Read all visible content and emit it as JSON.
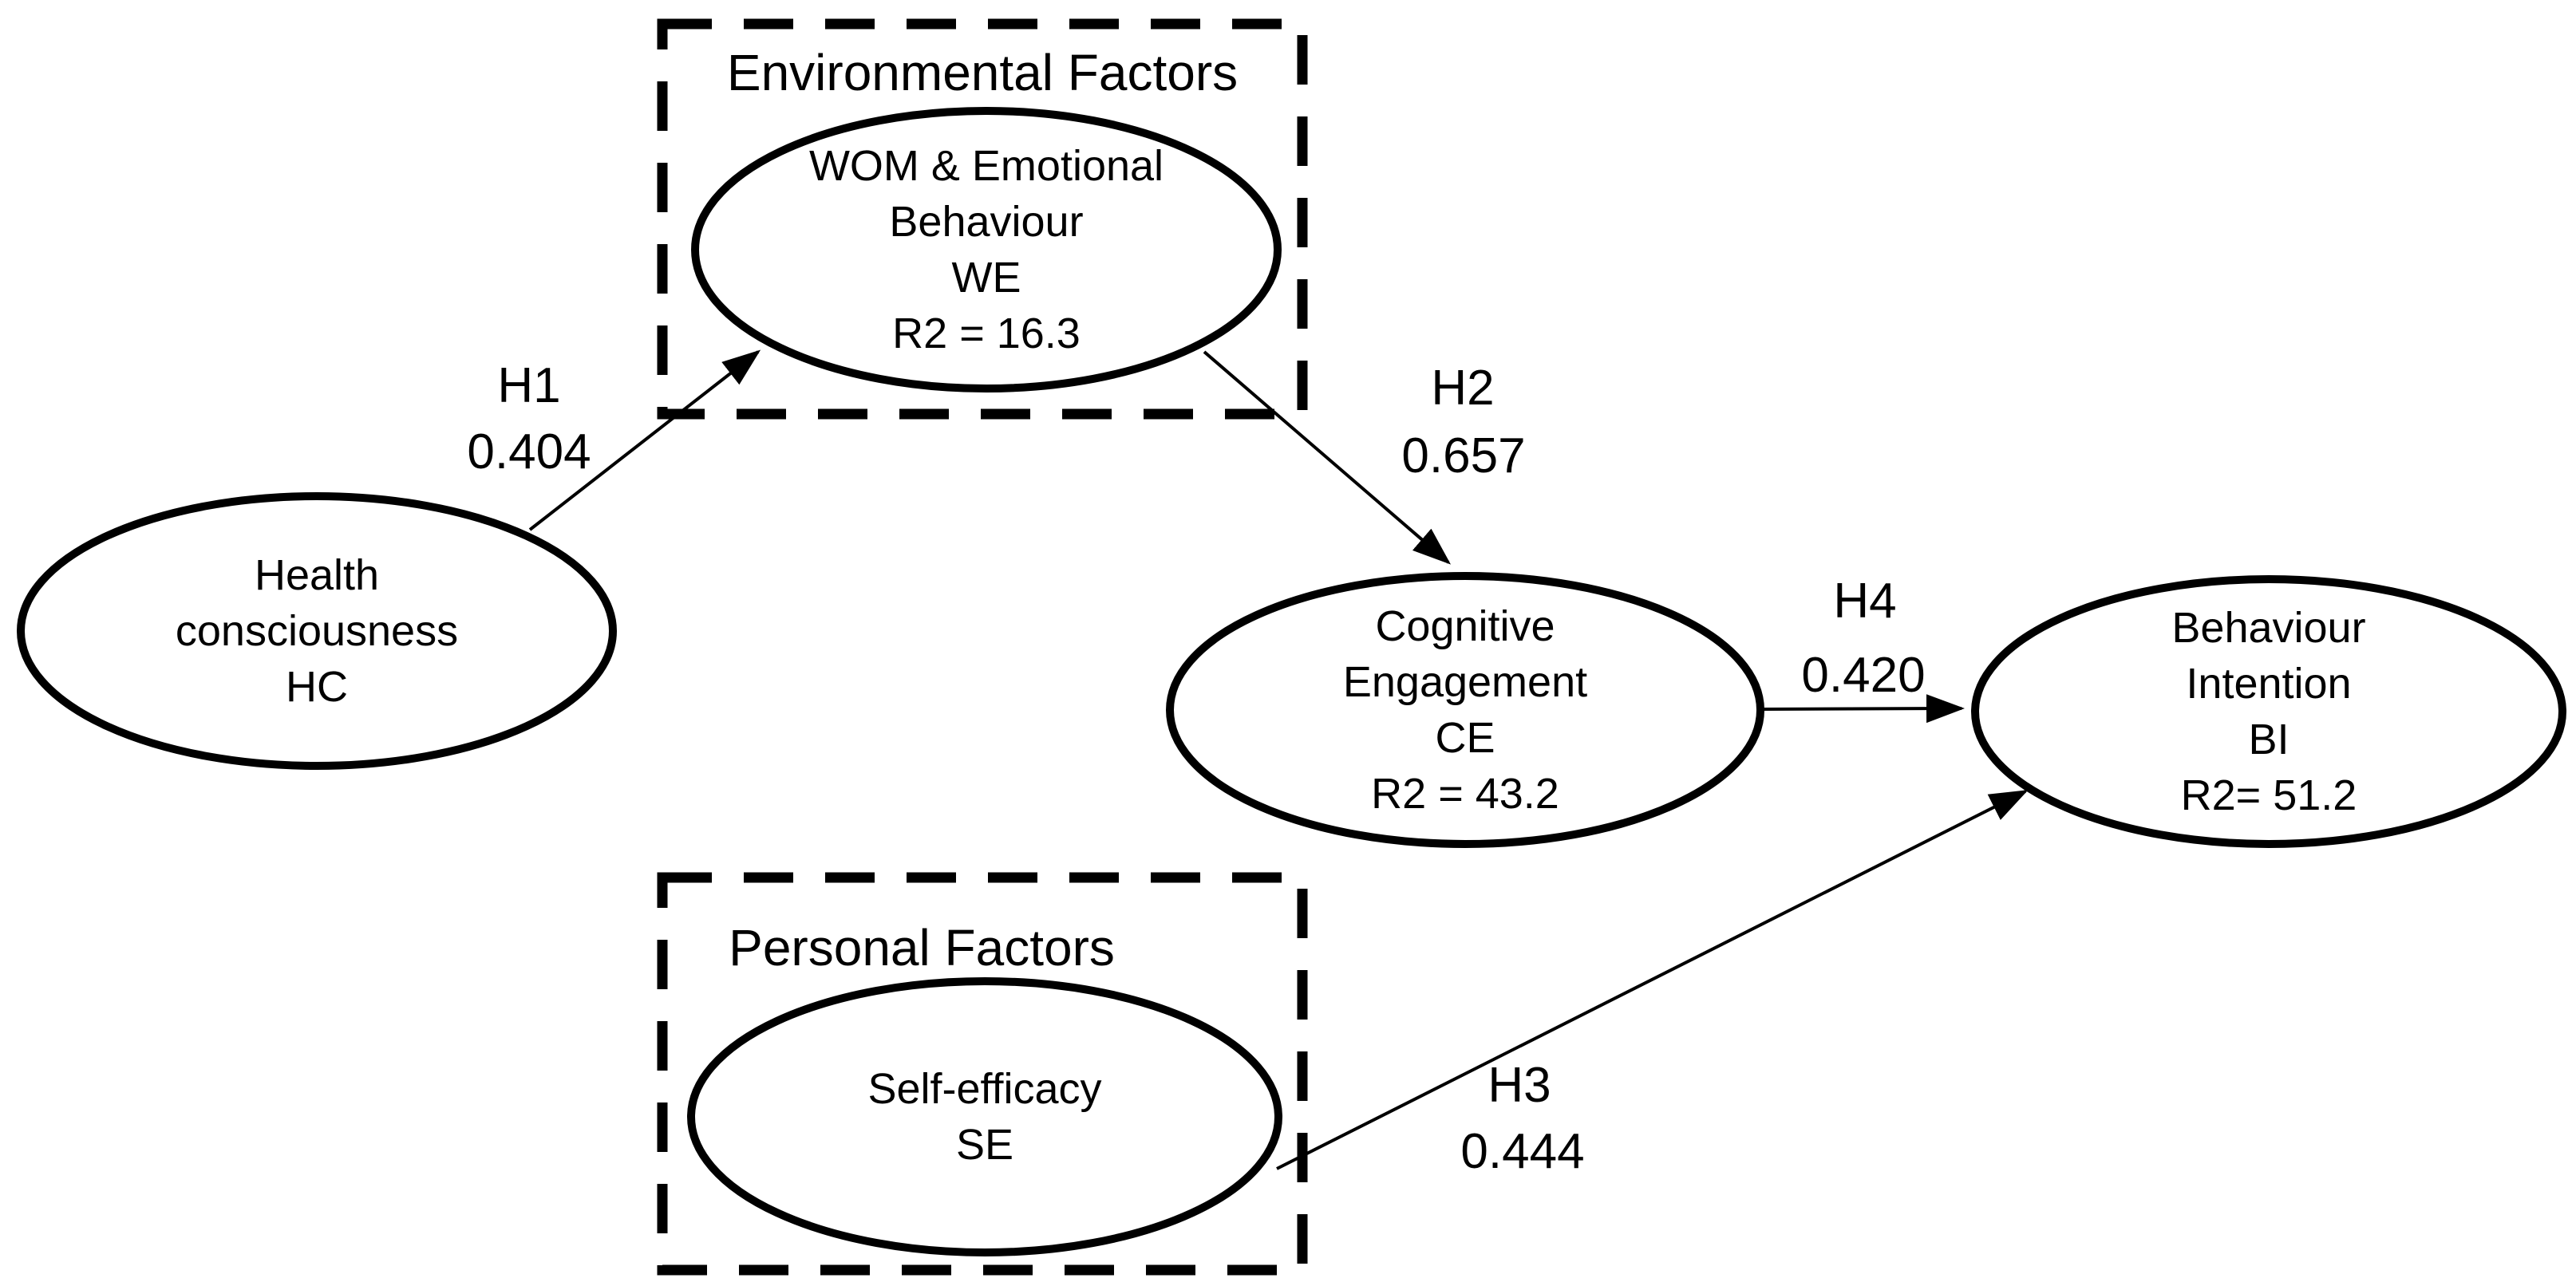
{
  "figure": {
    "ink": "#000000",
    "background": "#ffffff"
  },
  "model": {
    "groups": {
      "environmental": {
        "title": "Environmental Factors"
      },
      "personal": {
        "title": "Personal Factors"
      }
    },
    "nodes": {
      "WE": {
        "lines": [
          "WOM & Emotional",
          "Behaviour",
          "WE",
          "R2 = 16.3"
        ]
      },
      "HC": {
        "lines": [
          "Health",
          "consciousness",
          "HC"
        ]
      },
      "CE": {
        "lines": [
          "Cognitive",
          "Engagement",
          "CE",
          "R2 = 43.2"
        ]
      },
      "BI": {
        "lines": [
          "Behaviour",
          "Intention",
          "BI",
          "R2= 51.2"
        ]
      },
      "SE": {
        "lines": [
          "Self-efficacy",
          "SE"
        ]
      }
    },
    "paths": {
      "H1": {
        "label": "H1",
        "coefficient": "0.404",
        "from": "HC",
        "to": "WE"
      },
      "H2": {
        "label": "H2",
        "coefficient": "0.657",
        "from": "WE",
        "to": "CE"
      },
      "H3": {
        "label": "H3",
        "coefficient": "0.444",
        "from": "SE",
        "to": "BI"
      },
      "H4": {
        "label": "H4",
        "coefficient": "0.420",
        "from": "CE",
        "to": "BI"
      }
    }
  }
}
